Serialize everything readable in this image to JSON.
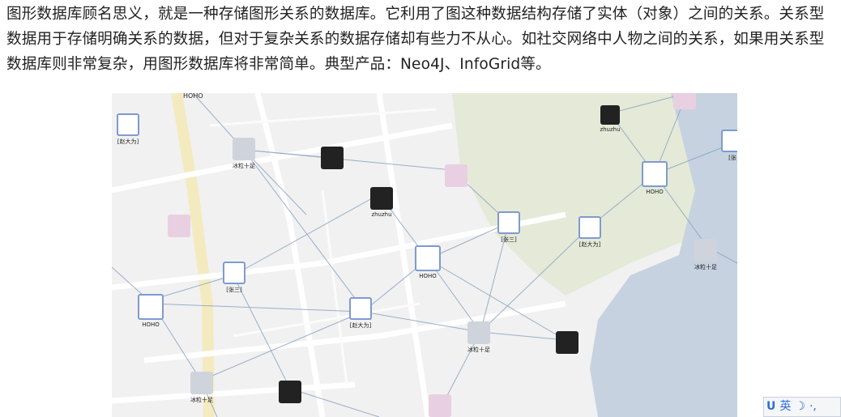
{
  "paragraph": {
    "text": "图形数据库顾名思义，就是一种存储图形关系的数据库。它利用了图这种数据结构存储了实体（对象）之间的关系。关系型数据用于存储明确关系的数据，但对于复杂关系的数据存储却有些力不从心。如社交网络中人物之间的关系，如果用关系型数据库则非常复杂，用图形数据库将非常简单。典型产品：Neo4J、InfoGrid等。"
  },
  "figure": {
    "top_label": "HOHO",
    "nodes": [
      {
        "label": "[赵大为]",
        "style": "framed"
      },
      {
        "label": "冰粒十足",
        "style": "grey"
      },
      {
        "label": "",
        "style": "dark"
      },
      {
        "label": "",
        "style": "pink"
      },
      {
        "label": "zhuzhu",
        "style": "dark"
      },
      {
        "label": "",
        "style": "pink"
      },
      {
        "label": "[张三]",
        "style": "framed"
      },
      {
        "label": "HOHO",
        "style": "framed"
      },
      {
        "label": "[张三]",
        "style": "framed"
      },
      {
        "label": "[赵大为]",
        "style": "framed"
      },
      {
        "label": "HOHO",
        "style": "framed"
      },
      {
        "label": "[赵大为]",
        "style": "framed"
      },
      {
        "label": "冰粒十足",
        "style": "grey"
      },
      {
        "label": "",
        "style": "dark"
      },
      {
        "label": "冰粒十足",
        "style": "grey"
      },
      {
        "label": "",
        "style": "dark"
      },
      {
        "label": "",
        "style": "pink"
      },
      {
        "label": "zhuzhu",
        "style": "dark"
      },
      {
        "label": "HOHO",
        "style": "framed"
      },
      {
        "label": "[张",
        "style": "framed"
      },
      {
        "label": "冰粒十足",
        "style": "grey"
      },
      {
        "label": "",
        "style": "pink"
      }
    ]
  },
  "ime": {
    "logo": "U",
    "mode": "英",
    "moon": "☽",
    "punct": "·,"
  }
}
